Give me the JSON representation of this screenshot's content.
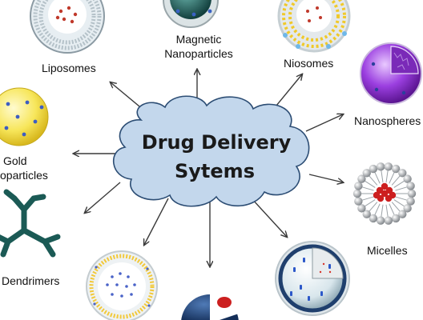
{
  "center": {
    "line1": "Drug Delivery",
    "line2": "Sytems"
  },
  "nodes": {
    "liposomes": "Liposomes",
    "magnetic_line1": "Magnetic",
    "magnetic_line2": "Nanoparticles",
    "niosomes": "Niosomes",
    "nanospheres": "Nanospheres",
    "gold_line1": "Gold",
    "gold_line2": "oparticles",
    "micelles": "Micelles",
    "dendrimers": "Dendrimers"
  },
  "colors": {
    "cloud_fill": "#c3d7ec",
    "cloud_stroke": "#2c4d74",
    "arrow": "#3a3a3a",
    "gold": "#f5e04a",
    "magnetic": "#1f5a5a",
    "purple": "#8b2fd0",
    "dendrimer": "#1b5a55",
    "drug_red": "#cc1f1f",
    "navy": "#25467a"
  }
}
